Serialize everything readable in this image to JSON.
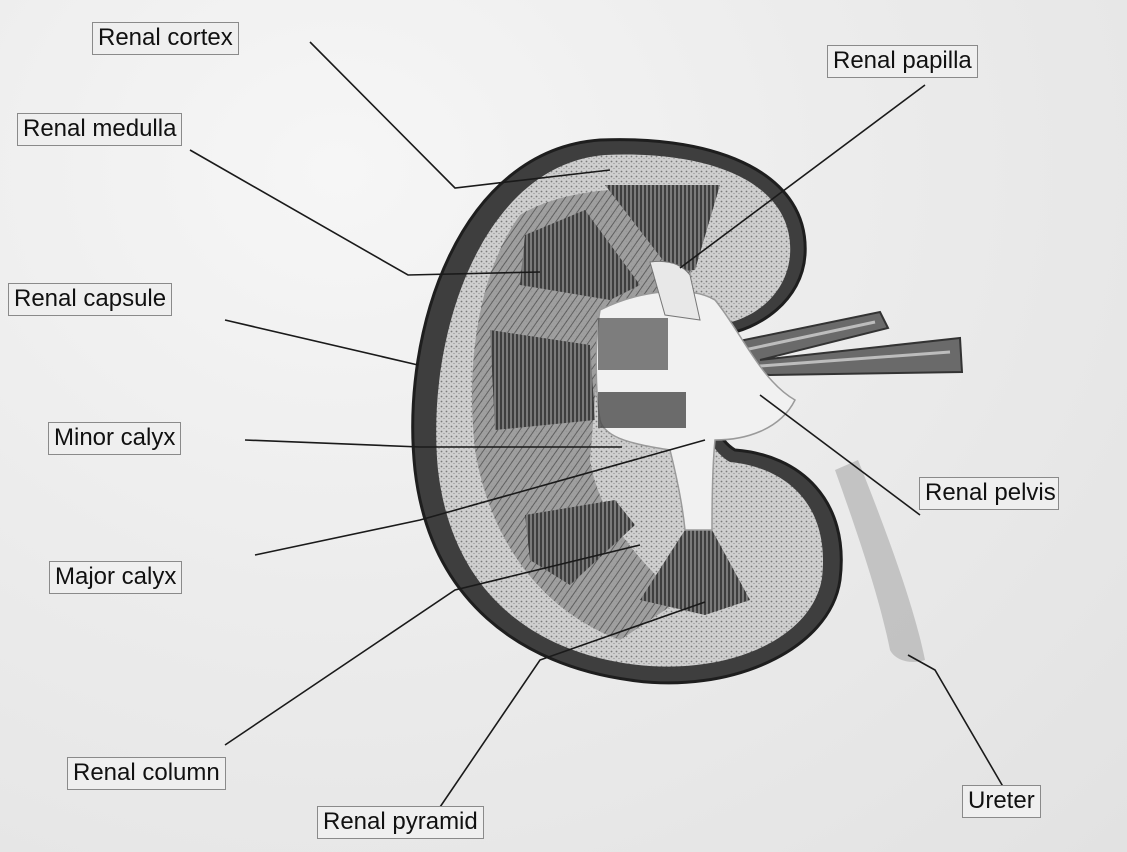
{
  "figure": {
    "title": "",
    "labels": {
      "renal_cortex": "Renal cortex",
      "renal_medulla": "Renal medulla",
      "renal_capsule": "Renal capsule",
      "minor_calyx": "Minor calyx",
      "major_calyx": "Major calyx",
      "renal_column": "Renal column",
      "renal_pyramid": "Renal pyramid",
      "renal_papilla": "Renal papilla",
      "renal_pelvis": "Renal pelvis",
      "ureter": "Ureter"
    }
  },
  "colors": {
    "background": "#ececec",
    "tissue_dark": "#4a4a4a",
    "tissue_mid": "#8c8c8c",
    "tissue_light": "#c8c8c8",
    "label_border": "#8a8a8a",
    "leader_line": "#1a1a1a"
  }
}
